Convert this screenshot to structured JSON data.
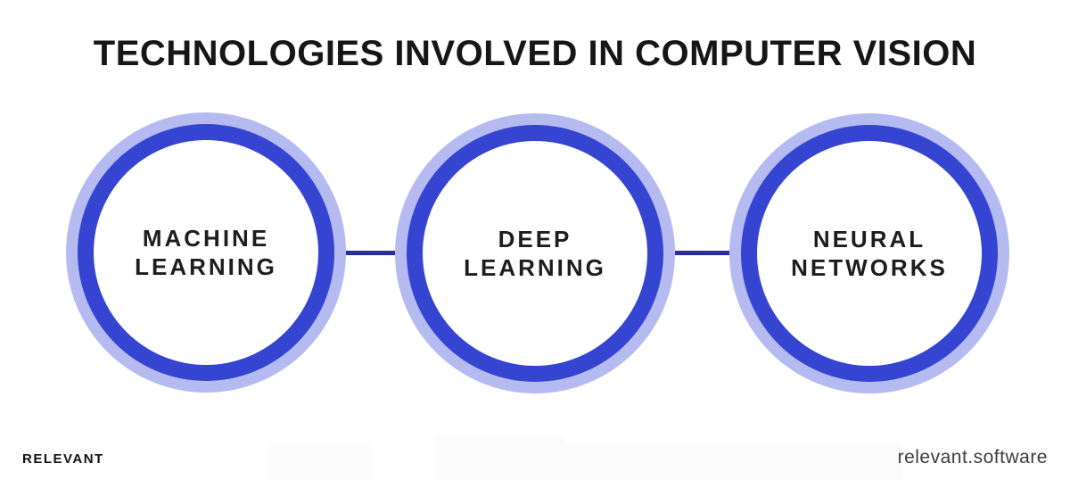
{
  "title": "TECHNOLOGIES INVOLVED IN COMPUTER VISION",
  "nodes": [
    {
      "line1": "MACHINE",
      "line2": "LEARNING"
    },
    {
      "line1": "DEEP",
      "line2": "LEARNING"
    },
    {
      "line1": "NEURAL",
      "line2": "NETWORKS"
    }
  ],
  "footer": {
    "logo": "RELEVANT",
    "site": "relevant.software"
  },
  "colors": {
    "halo": "#b5bbf1",
    "ring": "#3545d1",
    "connector": "#2b2f9e",
    "title": "#161616",
    "label": "#1d1d1d",
    "site_text": "#3c3c3c",
    "logo_text": "#111111"
  }
}
